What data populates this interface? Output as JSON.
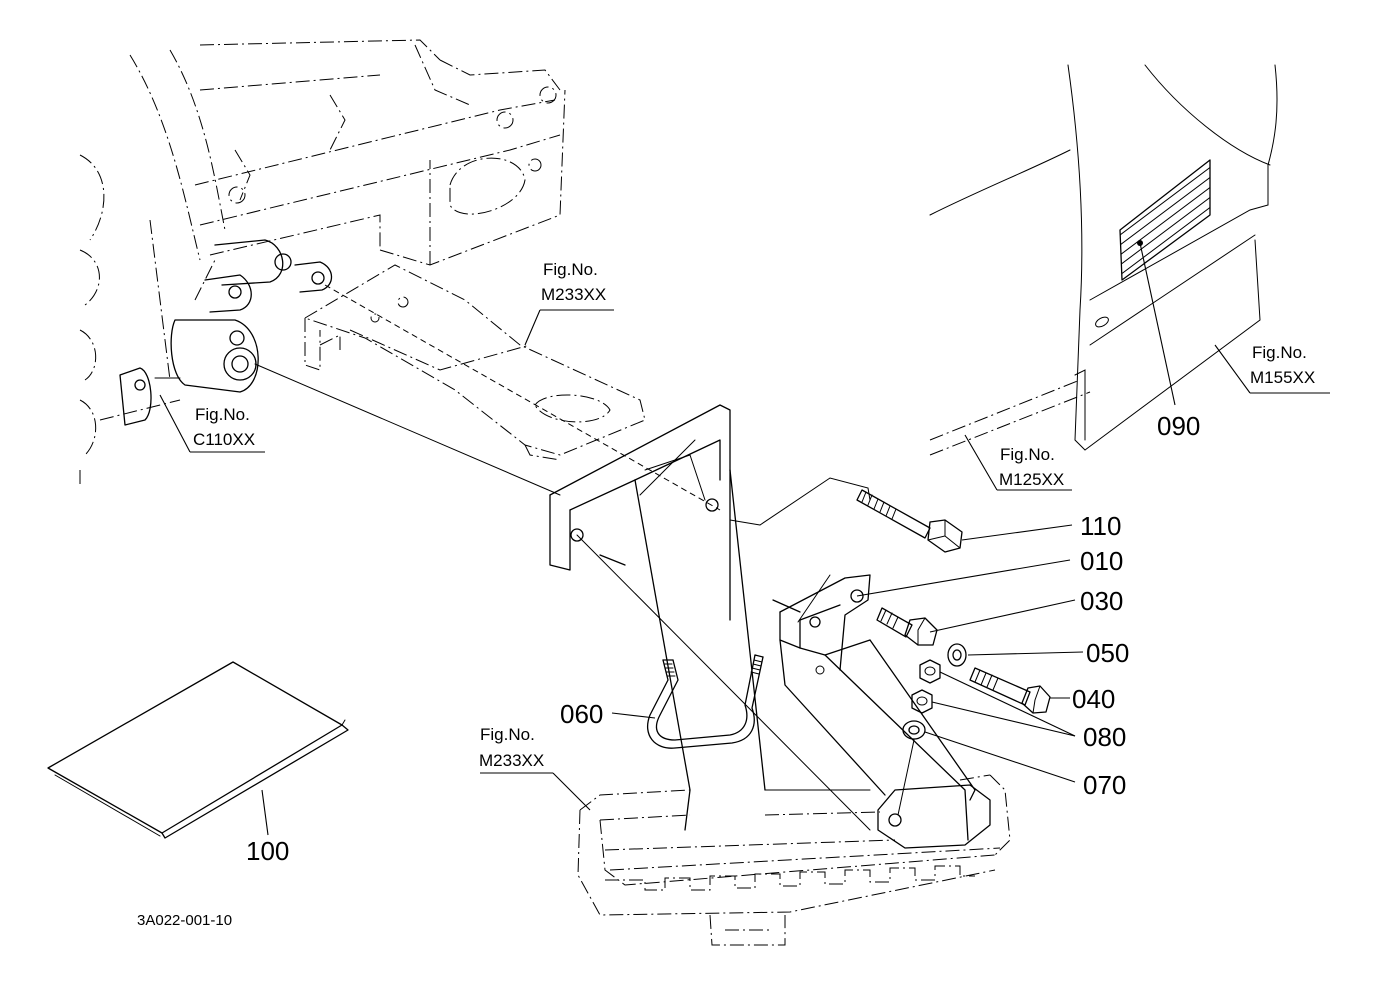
{
  "drawing_code": "3A022-001-10",
  "part_numbers": {
    "p110": "110",
    "p010": "010",
    "p030": "030",
    "p050": "050",
    "p040": "040",
    "p060": "060",
    "p080": "080",
    "p070": "070",
    "p090": "090",
    "p100": "100"
  },
  "figure_refs": {
    "m233_top": {
      "line1": "Fig.No.",
      "line2": "M233XX"
    },
    "c110": {
      "line1": "Fig.No.",
      "line2": "C110XX"
    },
    "m155": {
      "line1": "Fig.No.",
      "line2": "M155XX"
    },
    "m125": {
      "line1": "Fig.No.",
      "line2": "M125XX"
    },
    "m233_bottom": {
      "line1": "Fig.No.",
      "line2": "M233XX"
    }
  }
}
